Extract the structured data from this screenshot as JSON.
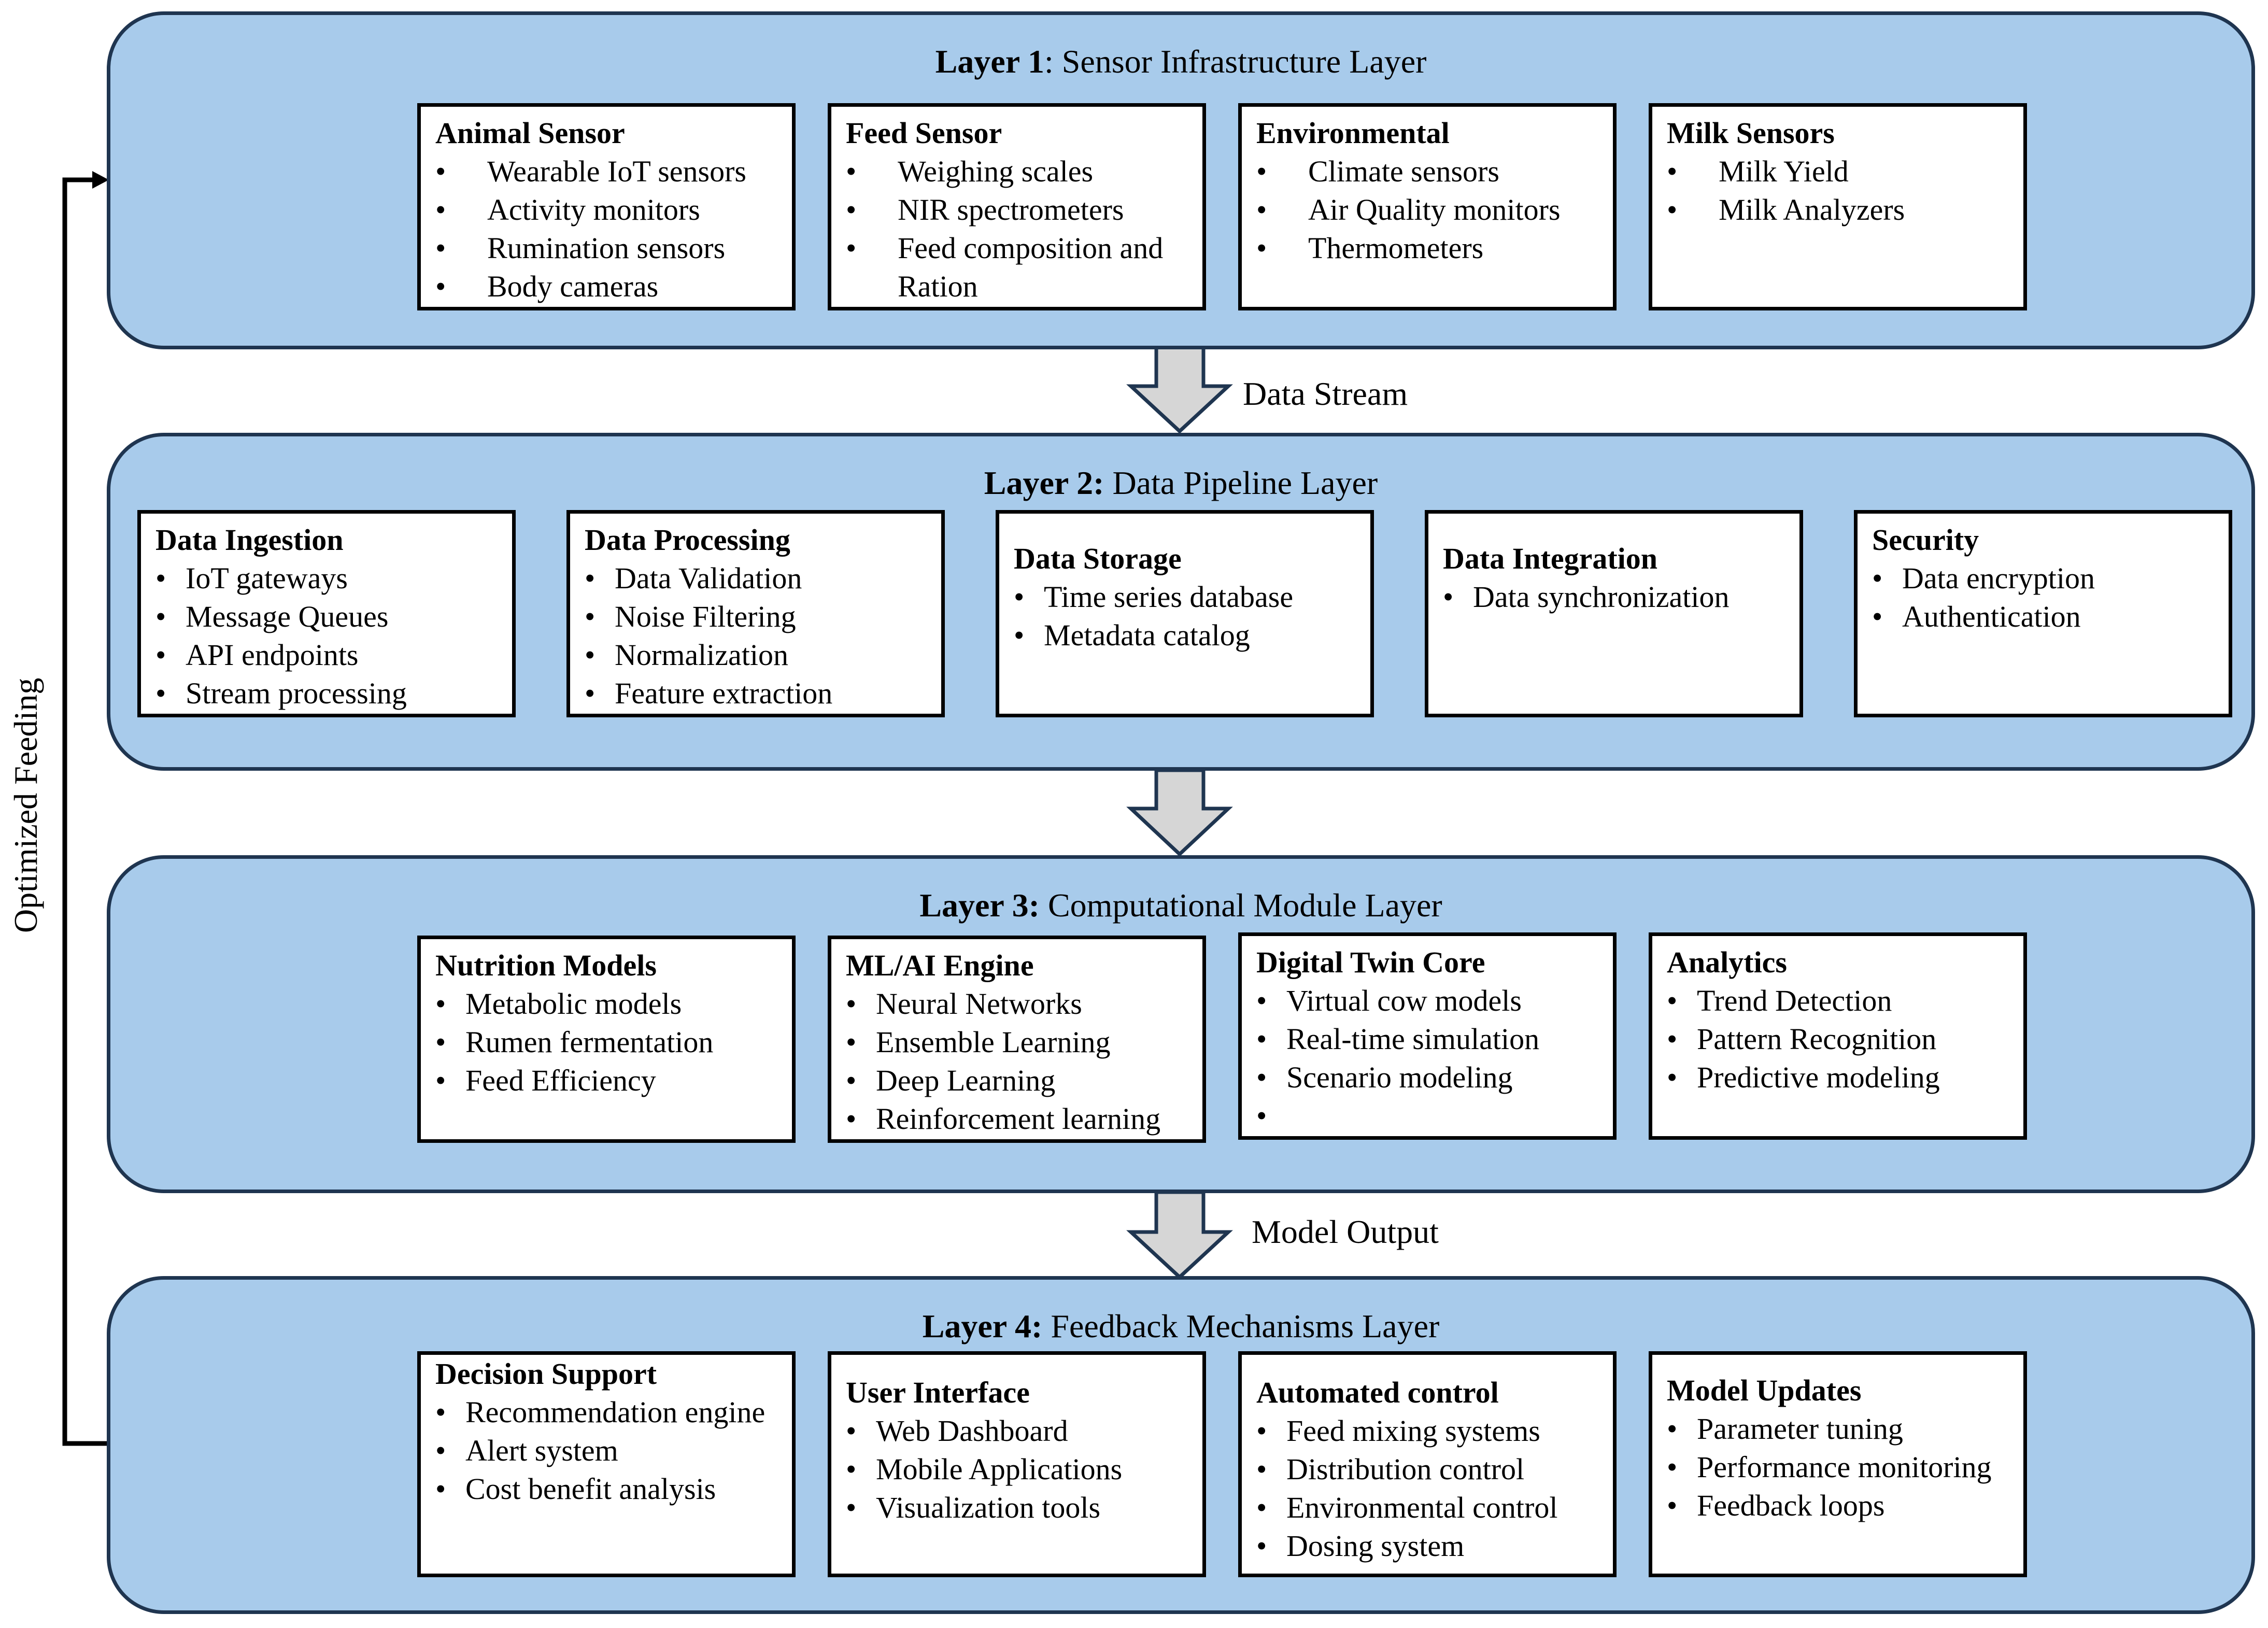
{
  "side_label": "Optimized Feeding",
  "arrows": {
    "arrow1_label": "Data Stream",
    "arrow3_label": "Model Output"
  },
  "layers": [
    {
      "title_bold": "Layer 1",
      "title_rest": ": Sensor Infrastructure Layer",
      "boxes": [
        {
          "title": "Animal Sensor",
          "items": [
            "Wearable IoT sensors",
            "Activity monitors",
            "Rumination sensors",
            "Body cameras"
          ]
        },
        {
          "title": "Feed Sensor",
          "items": [
            "Weighing scales",
            "NIR spectrometers",
            "Feed composition and Ration"
          ]
        },
        {
          "title": "Environmental",
          "items": [
            "Climate sensors",
            "Air Quality monitors",
            "Thermometers"
          ]
        },
        {
          "title": "Milk Sensors",
          "items": [
            "Milk Yield",
            "Milk Analyzers"
          ]
        }
      ]
    },
    {
      "title_bold": "Layer 2:",
      "title_rest": " Data Pipeline Layer",
      "boxes": [
        {
          "title": "Data Ingestion",
          "items": [
            "IoT gateways",
            "Message Queues",
            "API endpoints",
            "Stream processing"
          ]
        },
        {
          "title": "Data Processing",
          "items": [
            "Data Validation",
            "Noise Filtering",
            "Normalization",
            "Feature extraction"
          ]
        },
        {
          "title": "Data Storage",
          "items": [
            "Time series database",
            "Metadata catalog"
          ]
        },
        {
          "title": "Data Integration",
          "items": [
            "Data synchronization"
          ]
        },
        {
          "title": "Security",
          "items": [
            "Data encryption",
            "Authentication"
          ]
        }
      ]
    },
    {
      "title_bold": "Layer 3:",
      "title_rest": " Computational Module Layer",
      "boxes": [
        {
          "title": "Nutrition Models",
          "items": [
            "Metabolic models",
            "Rumen fermentation",
            "Feed Efficiency"
          ]
        },
        {
          "title": "ML/AI Engine",
          "items": [
            "Neural Networks",
            "Ensemble Learning",
            "Deep Learning",
            "Reinforcement learning"
          ]
        },
        {
          "title": "Digital Twin Core",
          "items": [
            "Virtual cow models",
            "Real-time simulation",
            "Scenario modeling",
            ""
          ]
        },
        {
          "title": "Analytics",
          "items": [
            "Trend Detection",
            "Pattern Recognition",
            "Predictive modeling"
          ]
        }
      ]
    },
    {
      "title_bold": "Layer 4:",
      "title_rest": " Feedback Mechanisms Layer",
      "boxes": [
        {
          "title": "Decision Support",
          "items": [
            "Recommendation engine",
            "Alert system",
            "Cost benefit analysis"
          ]
        },
        {
          "title": "User Interface",
          "items": [
            "Web Dashboard",
            "Mobile Applications",
            "Visualization tools"
          ]
        },
        {
          "title": "Automated control",
          "items": [
            "Feed mixing systems",
            "Distribution control",
            "Environmental control",
            "Dosing system"
          ]
        },
        {
          "title": "Model Updates",
          "items": [
            "Parameter tuning",
            "Performance monitoring",
            "Feedback loops"
          ]
        }
      ]
    }
  ]
}
